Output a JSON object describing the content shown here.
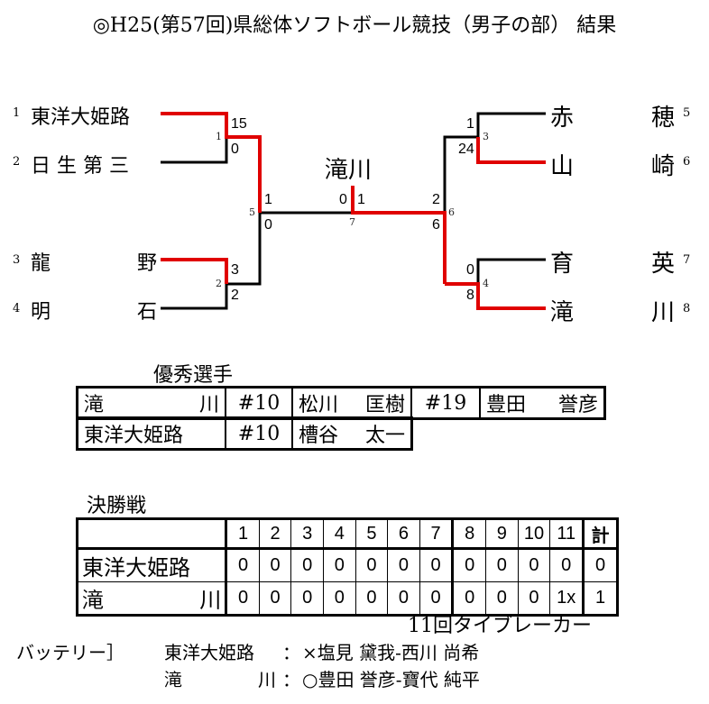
{
  "title": "◎H25(第57回)県総体ソフトボール競技（男子の部） 結果",
  "champion": "滝川",
  "bracket": {
    "teams": [
      {
        "seed": "1",
        "name_left": "東洋大姫路",
        "name_right": ""
      },
      {
        "seed": "2",
        "name_left": "日 生 第 三",
        "name_right": ""
      },
      {
        "seed": "3",
        "name_left": "龍",
        "name_right": "野"
      },
      {
        "seed": "4",
        "name_left": "明",
        "name_right": "石"
      },
      {
        "seed": "5",
        "name_left": "赤",
        "name_right": "穂"
      },
      {
        "seed": "6",
        "name_left": "山",
        "name_right": "崎"
      },
      {
        "seed": "7",
        "name_left": "育",
        "name_right": "英"
      },
      {
        "seed": "8",
        "name_left": "滝",
        "name_right": "川"
      }
    ],
    "games": [
      {
        "id": "1",
        "top_score": "15",
        "bottom_score": "0"
      },
      {
        "id": "2",
        "top_score": "3",
        "bottom_score": "2"
      },
      {
        "id": "3",
        "top_score": "1",
        "bottom_score": "24"
      },
      {
        "id": "4",
        "top_score": "0",
        "bottom_score": "8"
      },
      {
        "id": "5",
        "top_score": "1",
        "bottom_score": "0"
      },
      {
        "id": "6",
        "top_score": "2",
        "bottom_score": "6"
      },
      {
        "id": "7",
        "left_score": "0",
        "right_score": "1"
      }
    ]
  },
  "mvp": {
    "label": "優秀選手",
    "rows": [
      {
        "team_left": "滝",
        "team_right": "川",
        "num1": "#10",
        "player1_a": "松川",
        "player1_b": "匡樹",
        "num2": "#19",
        "player2_a": "豊田",
        "player2_b": "誉彦"
      },
      {
        "team": "東洋大姫路",
        "num1": "#10",
        "player1_a": "槽谷",
        "player1_b": "太一"
      }
    ]
  },
  "final": {
    "label": "決勝戦",
    "innings": [
      "1",
      "2",
      "3",
      "4",
      "5",
      "6",
      "7",
      "8",
      "9",
      "10",
      "11"
    ],
    "total_label": "計",
    "rows": [
      {
        "team": "東洋大姫路",
        "scores": [
          "0",
          "0",
          "0",
          "0",
          "0",
          "0",
          "0",
          "0",
          "0",
          "0",
          "0"
        ],
        "total": "0"
      },
      {
        "team_left": "滝",
        "team_right": "川",
        "scores": [
          "0",
          "0",
          "0",
          "0",
          "0",
          "0",
          "0",
          "0",
          "0",
          "0",
          "1x"
        ],
        "total": "1"
      }
    ],
    "note": "11回タイブレーカー"
  },
  "battery": {
    "label": "バッテリー］",
    "lines": [
      {
        "team": "東洋大姫路",
        "sep": "：",
        "text": "×塩見 黛我-西川 尚希"
      },
      {
        "team_left": "滝",
        "team_right": "川",
        "sep": "：",
        "text": "○豊田 誉彦-寶代 純平"
      }
    ]
  },
  "colors": {
    "win_line": "#e00000",
    "line": "#000000"
  }
}
